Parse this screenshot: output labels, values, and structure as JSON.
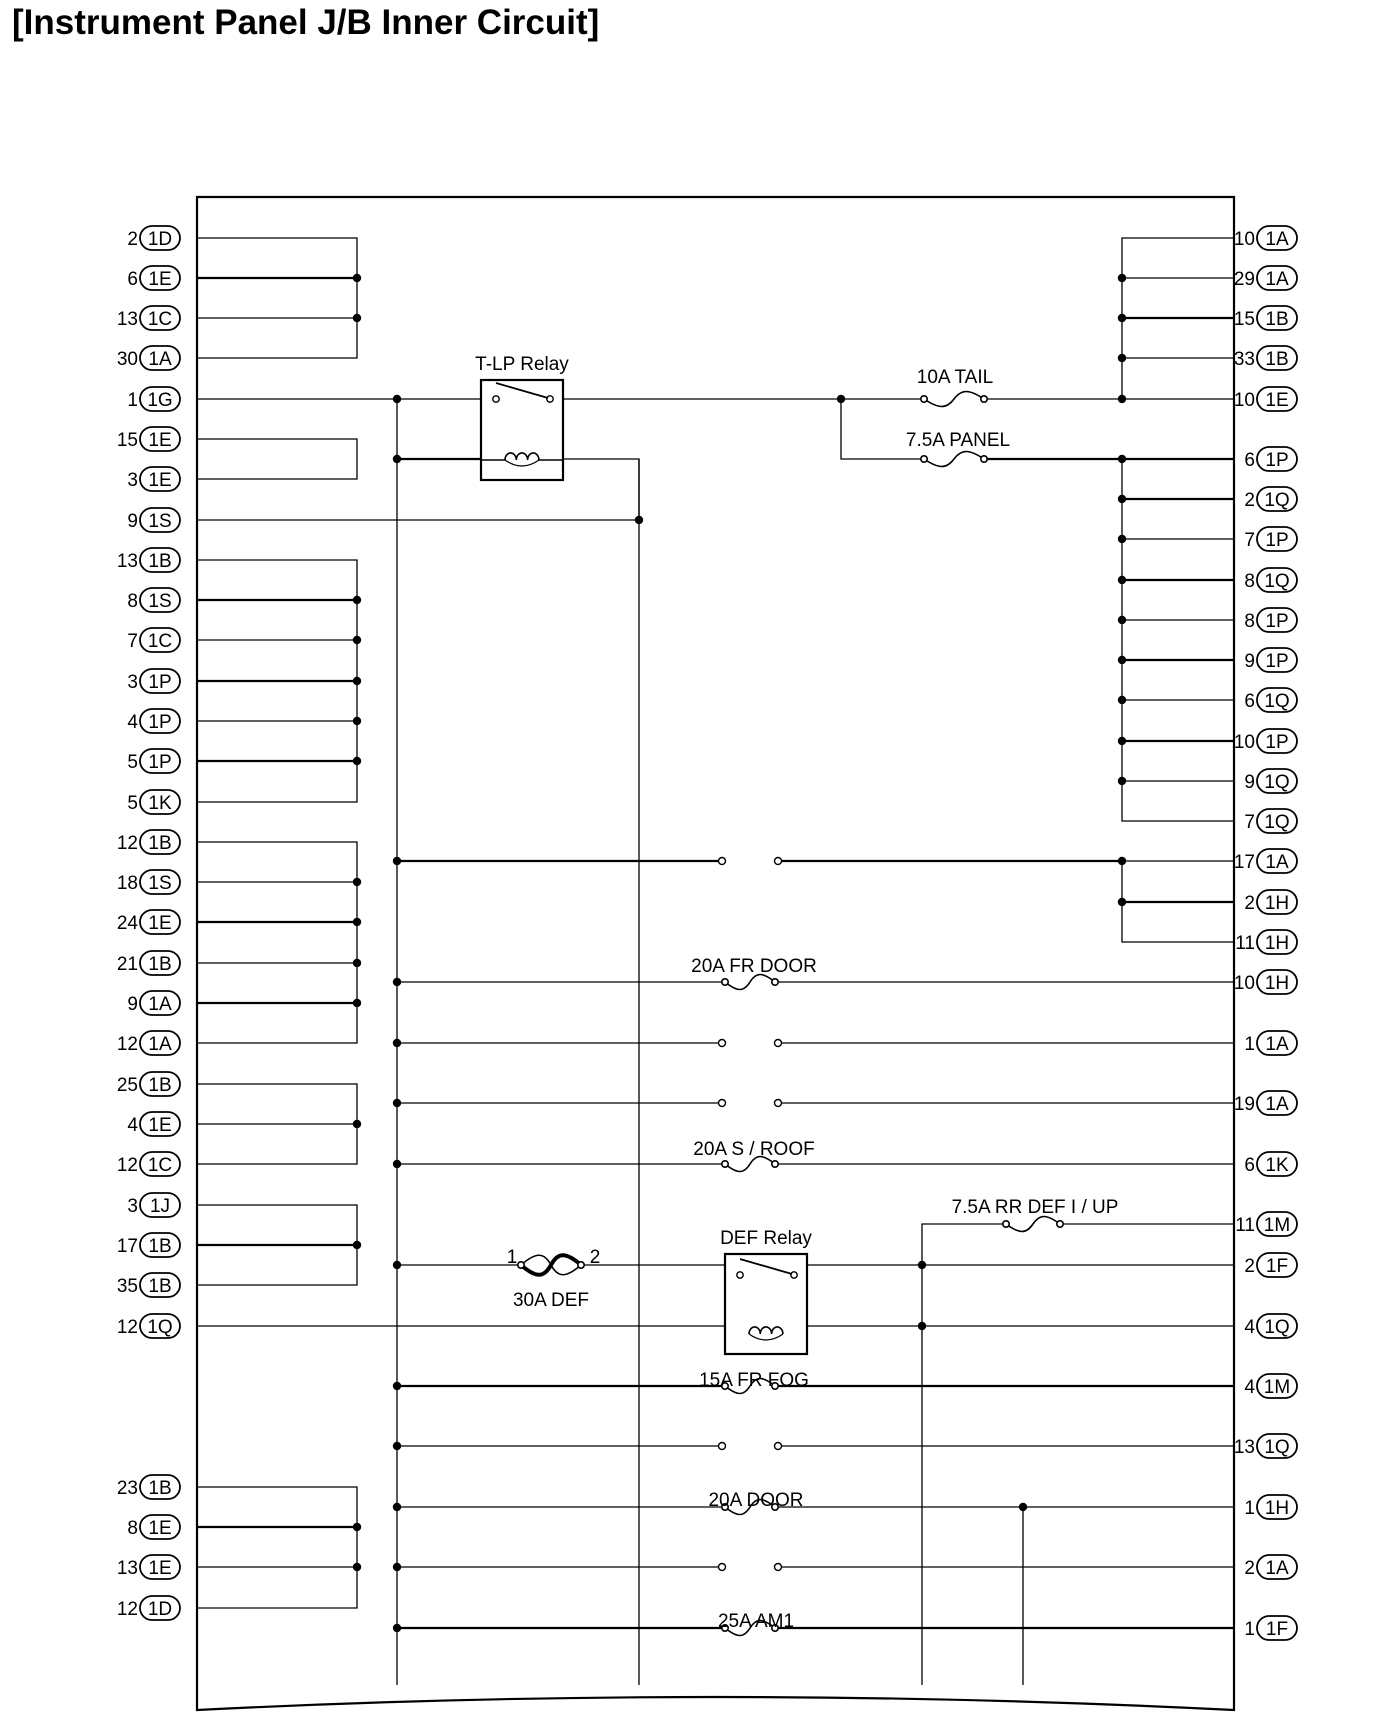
{
  "title": "[Instrument Panel J/B Inner Circuit]",
  "left_terminals": [
    {
      "pin": "2",
      "conn": "1D"
    },
    {
      "pin": "6",
      "conn": "1E"
    },
    {
      "pin": "13",
      "conn": "1C"
    },
    {
      "pin": "30",
      "conn": "1A"
    },
    {
      "pin": "1",
      "conn": "1G"
    },
    {
      "pin": "15",
      "conn": "1E"
    },
    {
      "pin": "3",
      "conn": "1E"
    },
    {
      "pin": "9",
      "conn": "1S"
    },
    {
      "pin": "13",
      "conn": "1B"
    },
    {
      "pin": "8",
      "conn": "1S"
    },
    {
      "pin": "7",
      "conn": "1C"
    },
    {
      "pin": "3",
      "conn": "1P"
    },
    {
      "pin": "4",
      "conn": "1P"
    },
    {
      "pin": "5",
      "conn": "1P"
    },
    {
      "pin": "5",
      "conn": "1K"
    },
    {
      "pin": "12",
      "conn": "1B"
    },
    {
      "pin": "18",
      "conn": "1S"
    },
    {
      "pin": "24",
      "conn": "1E"
    },
    {
      "pin": "21",
      "conn": "1B"
    },
    {
      "pin": "9",
      "conn": "1A"
    },
    {
      "pin": "12",
      "conn": "1A"
    },
    {
      "pin": "25",
      "conn": "1B"
    },
    {
      "pin": "4",
      "conn": "1E"
    },
    {
      "pin": "12",
      "conn": "1C"
    },
    {
      "pin": "3",
      "conn": "1J"
    },
    {
      "pin": "17",
      "conn": "1B"
    },
    {
      "pin": "35",
      "conn": "1B"
    },
    {
      "pin": "12",
      "conn": "1Q"
    },
    {
      "pin": "23",
      "conn": "1B"
    },
    {
      "pin": "8",
      "conn": "1E"
    },
    {
      "pin": "13",
      "conn": "1E"
    },
    {
      "pin": "12",
      "conn": "1D"
    }
  ],
  "right_terminals": [
    {
      "pin": "10",
      "conn": "1A"
    },
    {
      "pin": "29",
      "conn": "1A"
    },
    {
      "pin": "15",
      "conn": "1B"
    },
    {
      "pin": "33",
      "conn": "1B"
    },
    {
      "pin": "10",
      "conn": "1E"
    },
    {
      "pin": "6",
      "conn": "1P"
    },
    {
      "pin": "2",
      "conn": "1Q"
    },
    {
      "pin": "7",
      "conn": "1P"
    },
    {
      "pin": "8",
      "conn": "1Q"
    },
    {
      "pin": "8",
      "conn": "1P"
    },
    {
      "pin": "9",
      "conn": "1P"
    },
    {
      "pin": "6",
      "conn": "1Q"
    },
    {
      "pin": "10",
      "conn": "1P"
    },
    {
      "pin": "9",
      "conn": "1Q"
    },
    {
      "pin": "7",
      "conn": "1Q"
    },
    {
      "pin": "17",
      "conn": "1A"
    },
    {
      "pin": "2",
      "conn": "1H"
    },
    {
      "pin": "11",
      "conn": "1H"
    },
    {
      "pin": "10",
      "conn": "1H"
    },
    {
      "pin": "1",
      "conn": "1A"
    },
    {
      "pin": "19",
      "conn": "1A"
    },
    {
      "pin": "6",
      "conn": "1K"
    },
    {
      "pin": "11",
      "conn": "1M"
    },
    {
      "pin": "2",
      "conn": "1F"
    },
    {
      "pin": "4",
      "conn": "1Q"
    },
    {
      "pin": "4",
      "conn": "1M"
    },
    {
      "pin": "13",
      "conn": "1Q"
    },
    {
      "pin": "1",
      "conn": "1H"
    },
    {
      "pin": "2",
      "conn": "1A"
    },
    {
      "pin": "1",
      "conn": "1F"
    }
  ],
  "components": {
    "tlp_relay": "T-LP Relay",
    "fuse_tail": "10A TAIL",
    "fuse_panel": "7.5A PANEL",
    "fuse_fr_door": "20A FR DOOR",
    "fuse_s_roof": "20A S / ROOF",
    "fuse_rr_def": "7.5A RR DEF I / UP",
    "def_relay": "DEF Relay",
    "fuse_30a_def": "30A DEF",
    "fuse_30a_def_pin1": "1",
    "fuse_30a_def_pin2": "2",
    "fuse_fr_fog": "15A FR FOG",
    "fuse_door": "20A DOOR",
    "fuse_am1": "25A AM1"
  }
}
